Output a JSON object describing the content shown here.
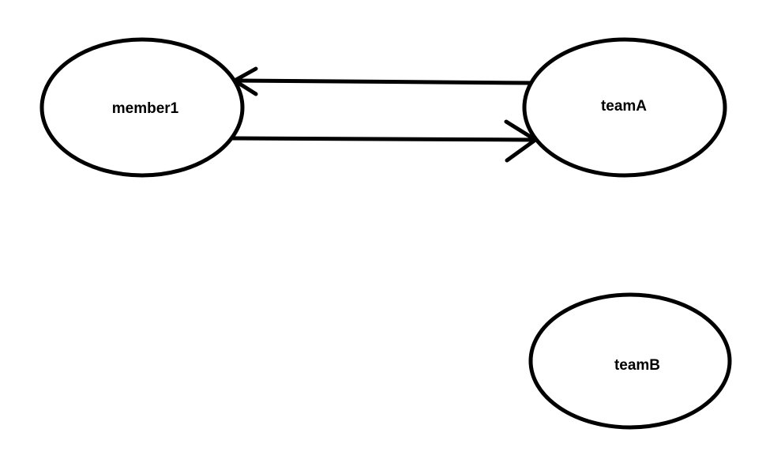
{
  "diagram": {
    "background_color": "#ffffff",
    "line_color": "#000000",
    "nodes": [
      {
        "id": "member1",
        "label": "member1",
        "shape": "ellipse"
      },
      {
        "id": "teamA",
        "label": "teamA",
        "shape": "ellipse"
      },
      {
        "id": "teamB",
        "label": "teamB",
        "shape": "ellipse"
      }
    ],
    "edges": [
      {
        "from": "teamA",
        "to": "member1",
        "style": "straight-arrow"
      },
      {
        "from": "member1",
        "to": "teamA",
        "style": "straight-arrow"
      }
    ]
  }
}
